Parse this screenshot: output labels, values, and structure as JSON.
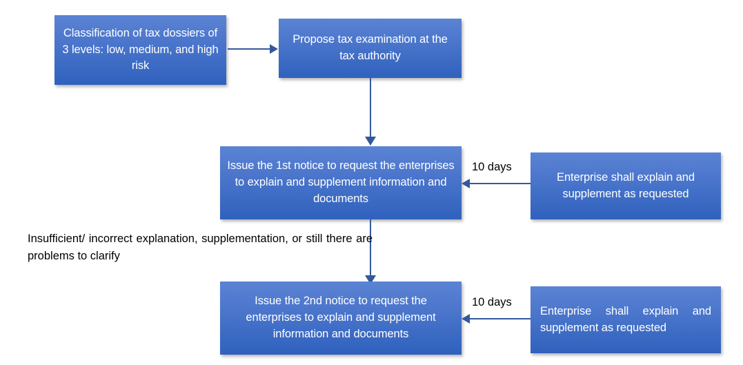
{
  "diagram": {
    "type": "flowchart",
    "title": "Tax examination notice process",
    "accent_color": "#3f6fc8",
    "box_gradient_top": "#5b83d4",
    "box_gradient_bottom": "#2f61bd",
    "connector_color": "#33589c",
    "text_color_on_box": "#ffffff",
    "text_color_plain": "#000000",
    "background": "#ffffff"
  },
  "nodes": {
    "classification": {
      "label": "Classification of tax dossiers of 3 levels: low, medium, and high risk"
    },
    "propose_examination": {
      "label": "Propose tax examination at the tax authority"
    },
    "first_notice": {
      "label": "Issue the 1st notice to request the enterprises to explain and supplement information and documents"
    },
    "enterprise_response_1": {
      "label": "Enterprise shall explain and supplement  as requested"
    },
    "second_notice": {
      "label": "Issue the 2nd notice to request the enterprises to explain and supplement information and documents"
    },
    "enterprise_response_2": {
      "label": "Enterprise shall explain and supplement  as requested"
    }
  },
  "edge_labels": {
    "first_notice_deadline": "10 days",
    "second_notice_deadline": "10 days",
    "escalation_note": "Insufficient/ incorrect explanation, supplementation, or still there are problems to clarify"
  }
}
